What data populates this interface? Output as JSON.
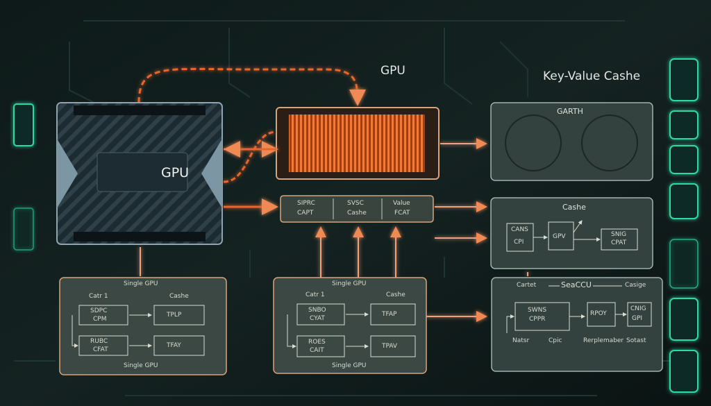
{
  "titles": {
    "gpu": "GPU",
    "kv_cache": "Key-Value Cashe",
    "gpu_chip": "GPU"
  },
  "kv_top": {
    "label": "GARTH"
  },
  "cache_mid": {
    "title": "Cashe",
    "box1": [
      "CANS",
      "CPI"
    ],
    "box2": "GPV",
    "box3": [
      "SNIG",
      "CPAT"
    ]
  },
  "pipeline": {
    "stage1": [
      "SIPRC",
      "CAPT"
    ],
    "stage2": [
      "SVSC",
      "Cashe"
    ],
    "stage3": [
      "Value",
      "FCAT"
    ]
  },
  "single_gpu_left": {
    "top_label": "Single GPU",
    "bottom_label": "Single GPU",
    "col1_head": "Catr 1",
    "col2_head": "Cashe",
    "boxes": [
      [
        "SDPC",
        "CPM"
      ],
      [
        "TPLP"
      ],
      [
        "RUBC",
        "CFAT"
      ],
      [
        "TFAY"
      ]
    ]
  },
  "single_gpu_center": {
    "top_label": "Single GPU",
    "bottom_label": "Single GPU",
    "col1_head": "Catr 1",
    "col2_head": "Cashe",
    "boxes": [
      [
        "SNBO",
        "CYAT"
      ],
      [
        "TFAP"
      ],
      [
        "ROES",
        "CAIT"
      ],
      [
        "TPAV"
      ]
    ]
  },
  "kv_bottom": {
    "left_head": "Cartet",
    "center_head": "SeaCCU",
    "right_head": "Casige",
    "boxes": [
      [
        "SWNS",
        "CPPR"
      ],
      [
        "RPOY"
      ],
      [
        "CNIG",
        "GPI"
      ]
    ],
    "footer": [
      "Natsr",
      "Cpic",
      "Rerplemaber",
      "Sotast"
    ]
  },
  "colors": {
    "accent_orange": "#e8652e",
    "accent_teal": "#2ed9a3",
    "panel_fill": "#3a4742",
    "panel_border": "#d7a57c"
  }
}
